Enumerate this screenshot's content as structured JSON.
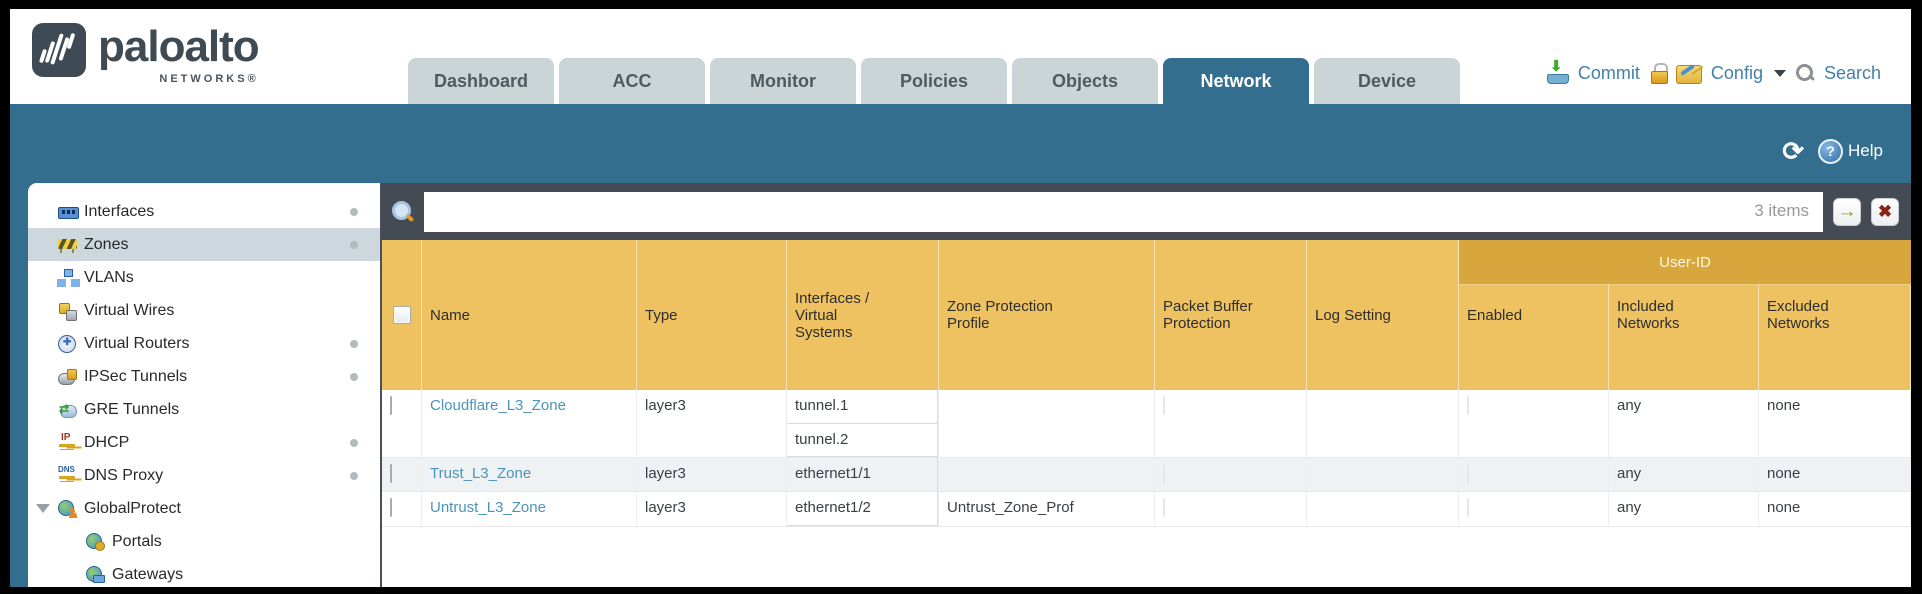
{
  "brand": {
    "name": "paloalto",
    "sub": "NETWORKS®"
  },
  "nav_tabs": [
    {
      "label": "Dashboard"
    },
    {
      "label": "ACC"
    },
    {
      "label": "Monitor"
    },
    {
      "label": "Policies"
    },
    {
      "label": "Objects"
    },
    {
      "label": "Network",
      "active": true
    },
    {
      "label": "Device"
    }
  ],
  "header_actions": {
    "commit": "Commit",
    "config": "Config",
    "search": "Search"
  },
  "utility_bar": {
    "help": "Help"
  },
  "sidebar": {
    "items": [
      {
        "label": "Interfaces",
        "icon": "interfaces-icon",
        "dot": true
      },
      {
        "label": "Zones",
        "icon": "zones-icon",
        "dot": true,
        "selected": true
      },
      {
        "label": "VLANs",
        "icon": "vlans-icon"
      },
      {
        "label": "Virtual Wires",
        "icon": "virtual-wires-icon"
      },
      {
        "label": "Virtual Routers",
        "icon": "virtual-routers-icon",
        "dot": true
      },
      {
        "label": "IPSec Tunnels",
        "icon": "ipsec-tunnels-icon",
        "dot": true
      },
      {
        "label": "GRE Tunnels",
        "icon": "gre-tunnels-icon"
      },
      {
        "label": "DHCP",
        "icon": "dhcp-icon",
        "dot": true
      },
      {
        "label": "DNS Proxy",
        "icon": "dns-proxy-icon",
        "dot": true
      },
      {
        "label": "GlobalProtect",
        "icon": "globalprotect-icon",
        "expanded": true
      },
      {
        "label": "Portals",
        "icon": "portals-icon",
        "child": true
      },
      {
        "label": "Gateways",
        "icon": "gateways-icon",
        "child": true
      }
    ]
  },
  "toolbar": {
    "filter_value": "",
    "count": "3 items"
  },
  "table": {
    "group_header": "User-ID",
    "columns": [
      "",
      "Name",
      "Type",
      "Interfaces / Virtual Systems",
      "Zone Protection Profile",
      "Packet Buffer Protection",
      "Log Setting",
      "Enabled",
      "Included Networks",
      "Excluded Networks"
    ],
    "rows": [
      {
        "name": "Cloudflare_L3_Zone",
        "type": "layer3",
        "interfaces": [
          "tunnel.1",
          "tunnel.2"
        ],
        "zone_protection_profile": "",
        "log_setting": "",
        "included_networks": "any",
        "excluded_networks": "none"
      },
      {
        "name": "Trust_L3_Zone",
        "type": "layer3",
        "interfaces": [
          "ethernet1/1"
        ],
        "zone_protection_profile": "",
        "log_setting": "",
        "included_networks": "any",
        "excluded_networks": "none"
      },
      {
        "name": "Untrust_L3_Zone",
        "type": "layer3",
        "interfaces": [
          "ethernet1/2"
        ],
        "zone_protection_profile": "Untrust_Zone_Prof",
        "log_setting": "",
        "included_networks": "any",
        "excluded_networks": "none"
      }
    ]
  },
  "colors": {
    "accent_teal": "#336e8e",
    "header_orange": "#eec261",
    "group_orange": "#d7a73e",
    "link_blue": "#4a94ba"
  }
}
